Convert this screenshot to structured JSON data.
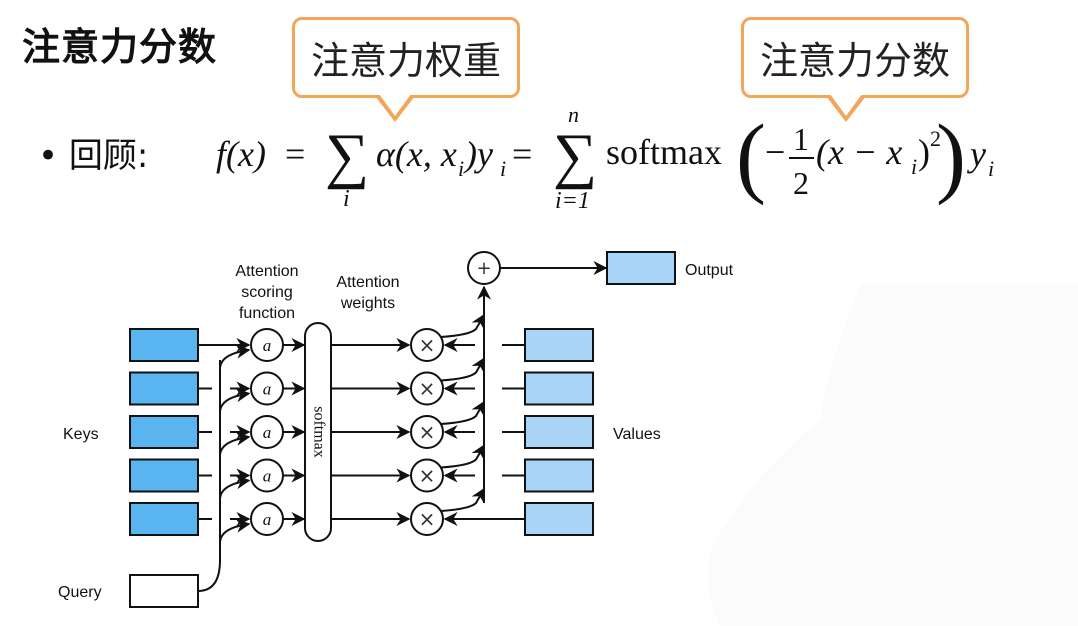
{
  "slide": {
    "title": "注意力分数",
    "callouts": {
      "left": "注意力权重",
      "right": "注意力分数"
    },
    "recap_label": "• 回顾:",
    "formula": {
      "lhs": "f(x)",
      "equals": "=",
      "sum1_sub": "i",
      "term1": "α(x, x",
      "term1_sub": "i",
      "term1_tail": ")y",
      "term1_tail_sub": "i",
      "sum2_sup": "n",
      "sum2_sub": "i=1",
      "softmax": "softmax",
      "neg": "−",
      "frac_num": "1",
      "frac_den": "2",
      "paren_term": "(x − x",
      "paren_sub": "i",
      "paren_close": ")",
      "power": "2",
      "y": "y",
      "y_sub": "i"
    }
  },
  "diagram": {
    "labels": {
      "scoring": [
        "Attention",
        "scoring",
        "function"
      ],
      "weights": [
        "Attention",
        "weights"
      ],
      "keys": "Keys",
      "query": "Query",
      "values": "Values",
      "output": "Output",
      "softmax": "softmax",
      "score_node": "a",
      "mult_node": "×",
      "sum_node": "+"
    },
    "num_pairs": 5,
    "colors": {
      "key_fill": "#5ab4f0",
      "value_fill": "#a8d4f7",
      "query_fill": "#ffffff",
      "callout_border": "#f2a65a"
    }
  }
}
